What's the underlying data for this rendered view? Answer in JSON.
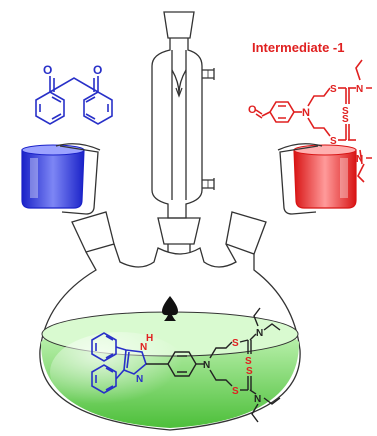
{
  "intermediate_label": "Intermediate -1",
  "benzil_atoms": {
    "o1": "O",
    "o2": "O"
  },
  "intermediate_atoms": {
    "aldehyde_o": "O",
    "n_center": "N",
    "s_top_1": "S",
    "s_top_2": "S",
    "n_top": "N",
    "s_bot_1": "S",
    "s_bot_2": "S",
    "n_bot": "N"
  },
  "product_atoms": {
    "nh_n": "N",
    "nh_h": "H",
    "n_imid": "N",
    "n_center": "N",
    "s_a": "S",
    "s_b": "S",
    "n_a": "N",
    "s_c": "S",
    "s_d": "S",
    "n_b": "N"
  },
  "colors": {
    "benzil": "#2830c8",
    "intermediate": "#e02020",
    "product_ring": "#2830c8",
    "product_chain": "#e02020",
    "liquid": "#b6f0a8",
    "glass_outline": "#333333"
  }
}
